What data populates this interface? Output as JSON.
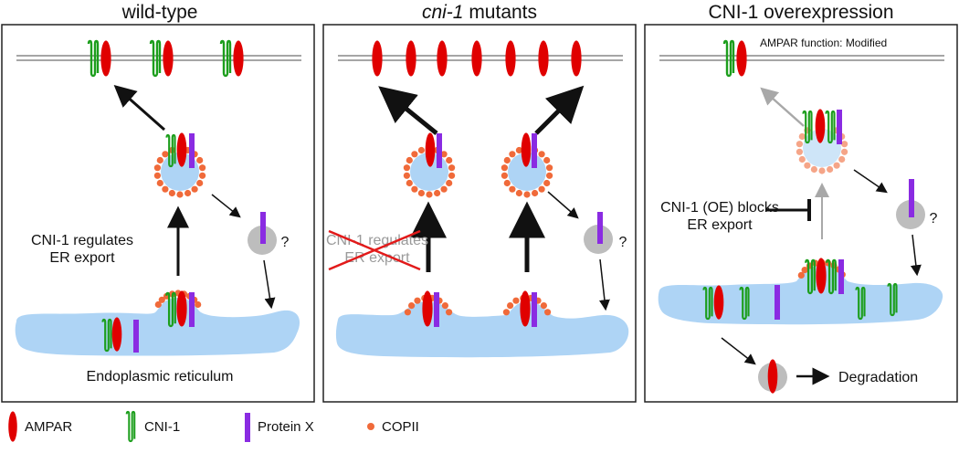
{
  "panels": {
    "wildtype": {
      "title": "wild-type",
      "regulation_label_1": "CNI-1 regulates",
      "regulation_label_2": "ER export",
      "er_label": "Endoplasmic reticulum",
      "unknown_mark": "?"
    },
    "mutant": {
      "title_italic": "cni-1",
      "title_rest": " mutants",
      "crossed_label_1": "CNI-1 regulates",
      "crossed_label_2": "ER export",
      "unknown_mark": "?"
    },
    "overexpression": {
      "title": "CNI-1 overexpression",
      "function_note": "AMPAR function: Modified",
      "block_label_1": "CNI-1 (OE) blocks",
      "block_label_2": "ER export",
      "degradation_label": "Degradation",
      "unknown_mark": "?"
    }
  },
  "legend": {
    "items": [
      {
        "label": "AMPAR",
        "icon": "ampar-icon"
      },
      {
        "label": "CNI-1",
        "icon": "cni1-icon"
      },
      {
        "label": "Protein X",
        "icon": "protein-x-icon"
      },
      {
        "label": "COPII",
        "icon": "copii-icon"
      }
    ]
  },
  "colors": {
    "ampar": "#e00000",
    "cni1": "#1c9e1c",
    "protein_x": "#8a2be2",
    "copii": "#f06a3a",
    "er": "#aed4f5",
    "vesicle": "#aed4f5",
    "grey_compartment": "#bdbdbd",
    "cross": "#e21a1a"
  }
}
